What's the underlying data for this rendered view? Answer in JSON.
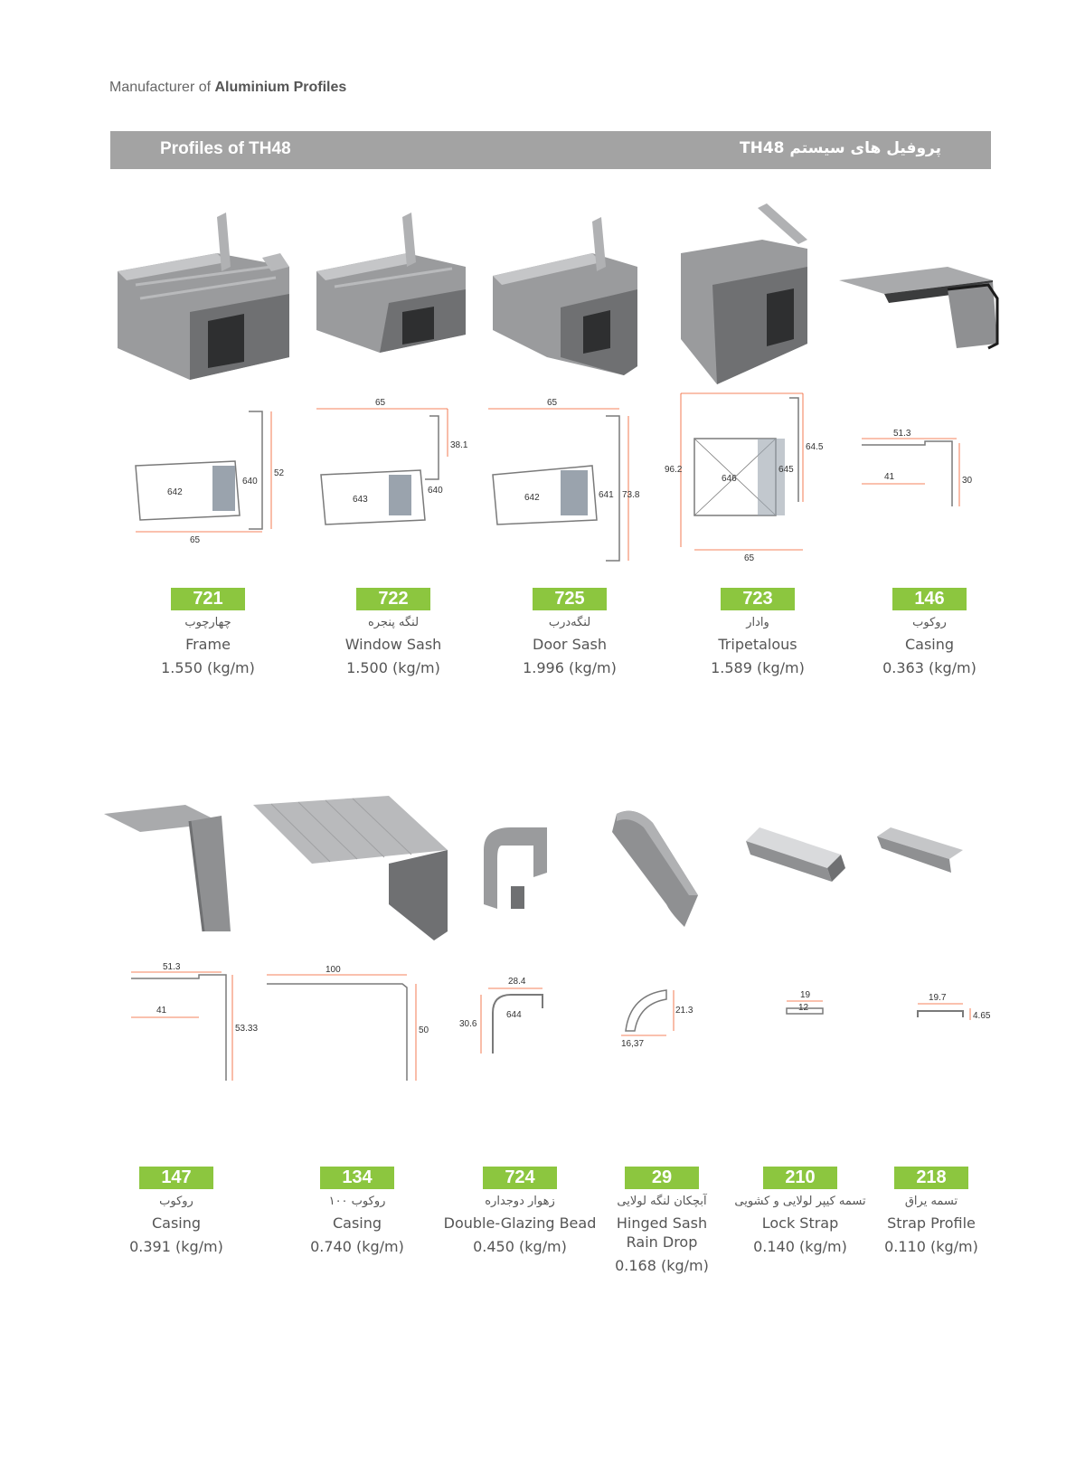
{
  "header": {
    "prefix": "Manufacturer of ",
    "bold": "Aluminium Profiles"
  },
  "banner": {
    "title_en": "Profiles of TH48",
    "title_fa": "پروفیل های سیستم  TH48"
  },
  "colors": {
    "accent": "#8cc63f",
    "banner": "#a3a3a3",
    "metal": "#8f9092",
    "dimension": "#f05a28"
  },
  "row1": [
    {
      "code": "721",
      "name_fa": "چهارچوب",
      "name_en": "Frame",
      "weight": "1.550 (kg/m)",
      "dims": [
        "642",
        "640",
        "52",
        "65"
      ]
    },
    {
      "code": "722",
      "name_fa": "لنگه پنجره",
      "name_en": "Window Sash",
      "weight": "1.500 (kg/m)",
      "dims": [
        "65",
        "38.1",
        "643",
        "640"
      ]
    },
    {
      "code": "725",
      "name_fa": "لنگه‌درب",
      "name_en": "Door Sash",
      "weight": "1.996 (kg/m)",
      "dims": [
        "65",
        "642",
        "641",
        "73.8"
      ]
    },
    {
      "code": "723",
      "name_fa": "وادار",
      "name_en": "Tripetalous",
      "weight": "1.589 (kg/m)",
      "dims": [
        "96.2",
        "646",
        "645",
        "64.5",
        "65"
      ]
    },
    {
      "code": "146",
      "name_fa": "روکوب",
      "name_en": "Casing",
      "weight": "0.363 (kg/m)",
      "dims": [
        "51.3",
        "41",
        "30"
      ]
    }
  ],
  "row2": [
    {
      "code": "147",
      "name_fa": "روکوب",
      "name_en": "Casing",
      "weight": "0.391 (kg/m)",
      "dims": [
        "51.3",
        "41",
        "53.33"
      ]
    },
    {
      "code": "134",
      "name_fa": "روکوب ۱۰۰",
      "name_en": "Casing",
      "weight": "0.740 (kg/m)",
      "dims": [
        "100",
        "50"
      ]
    },
    {
      "code": "724",
      "name_fa": "زهوار دوجداره",
      "name_en": "Double-Glazing Bead",
      "weight": "0.450 (kg/m)",
      "dims": [
        "28.4",
        "30.6",
        "644"
      ]
    },
    {
      "code": "29",
      "name_fa": "آبچکان لنگه لولایی",
      "name_en": "Hinged Sash Rain Drop",
      "weight": "0.168 (kg/m)",
      "dims": [
        "21.3",
        "16,37"
      ]
    },
    {
      "code": "210",
      "name_fa": "تسمه کیپر لولایی و کشویی",
      "name_en": "Lock Strap",
      "weight": "0.140 (kg/m)",
      "dims": [
        "19",
        "12"
      ]
    },
    {
      "code": "218",
      "name_fa": "تسمه یراق",
      "name_en": "Strap Profile",
      "weight": "0.110 (kg/m)",
      "dims": [
        "19.7",
        "4.65"
      ]
    }
  ]
}
